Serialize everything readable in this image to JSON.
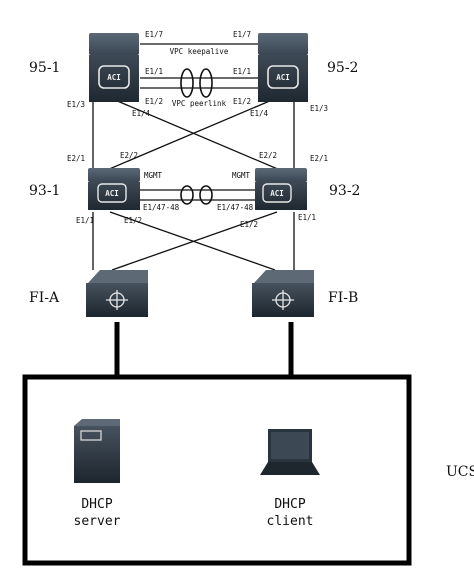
{
  "nodes": {
    "spine1": "95-1",
    "spine2": "95-2",
    "leaf1": "93-1",
    "leaf2": "93-2",
    "fi_a": "FI-A",
    "fi_b": "FI-B",
    "aci_badge": "ACI"
  },
  "ports": {
    "s1_e17": "E1/7",
    "s2_e17": "E1/7",
    "s1_e11": "E1/1",
    "s2_e11": "E1/1",
    "s1_e12": "E1/2",
    "s2_e12": "E1/2",
    "s1_e13": "E1/3",
    "s2_e13": "E1/3",
    "s1_e14": "E1/4",
    "s2_e14": "E1/4",
    "l1_e21": "E2/1",
    "l1_e22": "E2/2",
    "l2_e22": "E2/2",
    "l2_e21": "E2/1",
    "l1_mgmt": "MGMT",
    "l2_mgmt": "MGMT",
    "l1_e14748": "E1/47-48",
    "l2_e14748": "E1/47-48",
    "l1_e11": "E1/1",
    "l1_e12": "E1/2",
    "l2_e12": "E1/2",
    "l2_e11": "E1/1"
  },
  "links": {
    "vpc_keepalive": "VPC keepalive",
    "vpc_peerlink": "VPC peerlink"
  },
  "hosts": {
    "server_line1": "DHCP",
    "server_line2": "server",
    "client_line1": "DHCP",
    "client_line2": "client"
  },
  "ucs_label": "UCS"
}
